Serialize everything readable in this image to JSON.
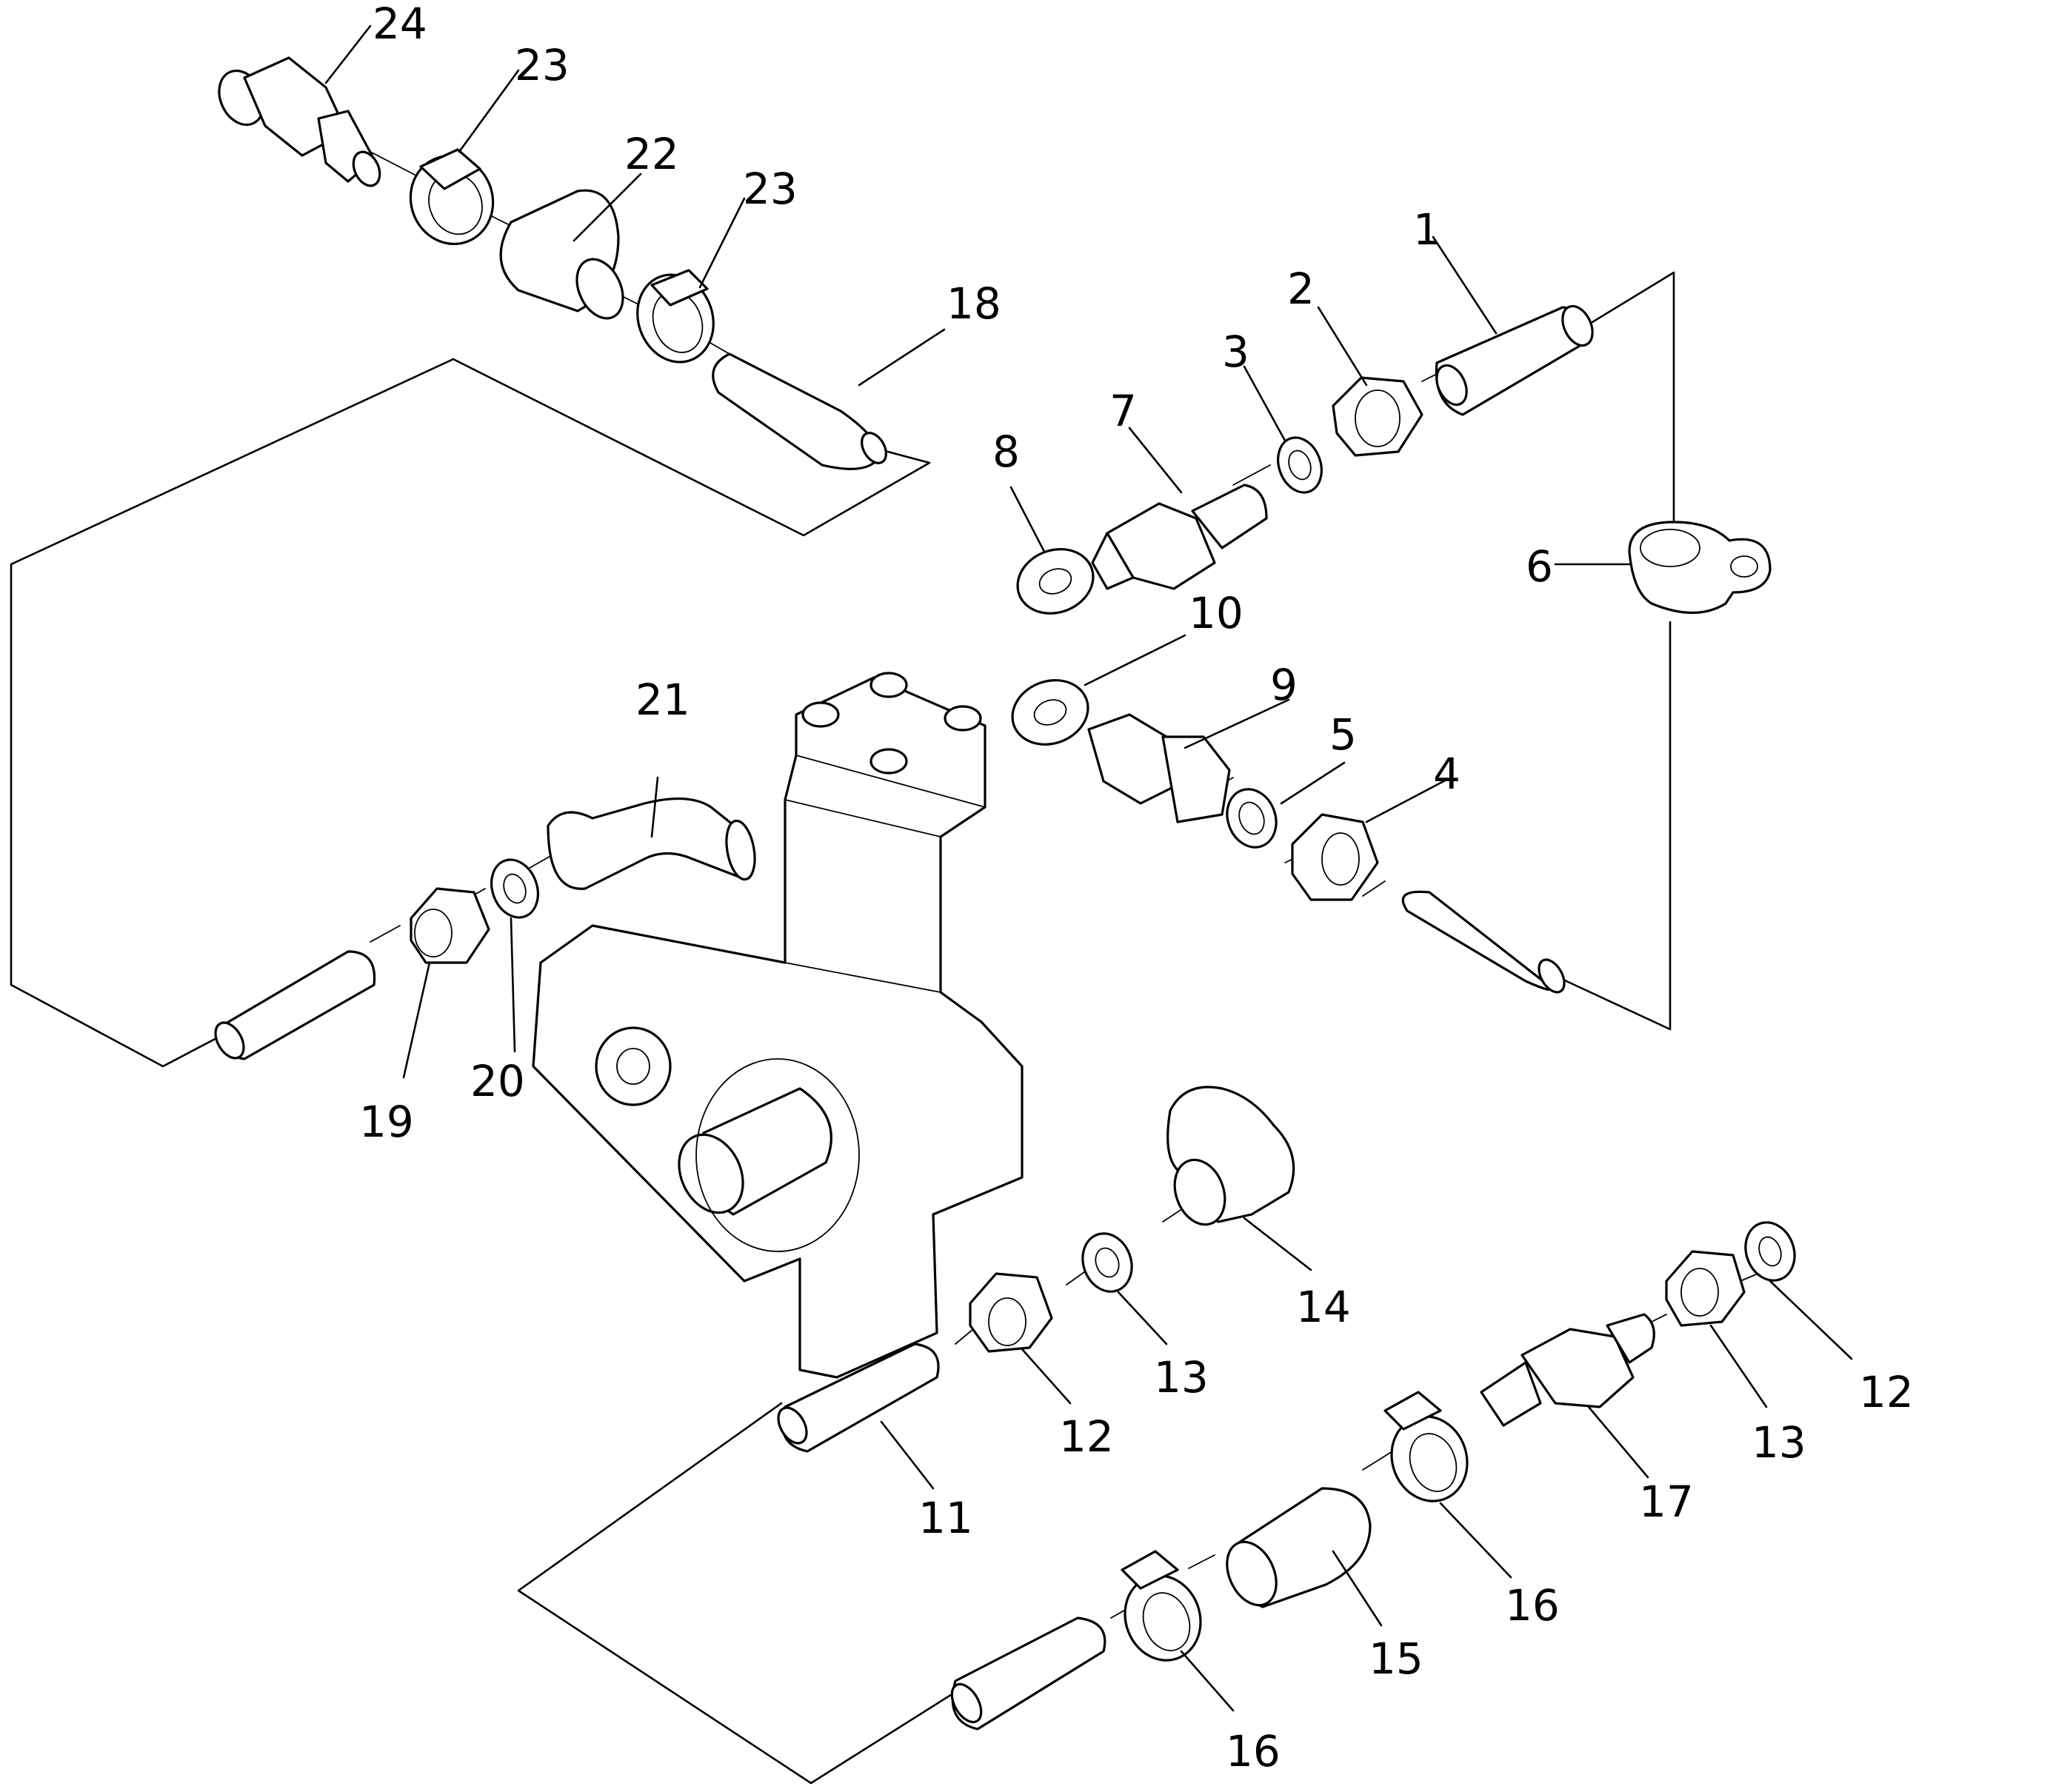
{
  "figure": {
    "callouts": [
      {
        "id": "p1",
        "text": "1"
      },
      {
        "id": "p2",
        "text": "2"
      },
      {
        "id": "p3",
        "text": "3"
      },
      {
        "id": "p4",
        "text": "4"
      },
      {
        "id": "p5",
        "text": "5"
      },
      {
        "id": "p6",
        "text": "6"
      },
      {
        "id": "p7",
        "text": "7"
      },
      {
        "id": "p8",
        "text": "8"
      },
      {
        "id": "p9",
        "text": "9"
      },
      {
        "id": "p10",
        "text": "10"
      },
      {
        "id": "p11",
        "text": "11"
      },
      {
        "id": "p12a",
        "text": "12"
      },
      {
        "id": "p12b",
        "text": "12"
      },
      {
        "id": "p13a",
        "text": "13"
      },
      {
        "id": "p13b",
        "text": "13"
      },
      {
        "id": "p14",
        "text": "14"
      },
      {
        "id": "p15",
        "text": "15"
      },
      {
        "id": "p16a",
        "text": "16"
      },
      {
        "id": "p16b",
        "text": "16"
      },
      {
        "id": "p17",
        "text": "17"
      },
      {
        "id": "p18",
        "text": "18"
      },
      {
        "id": "p19",
        "text": "19"
      },
      {
        "id": "p20",
        "text": "20"
      },
      {
        "id": "p21",
        "text": "21"
      },
      {
        "id": "p22",
        "text": "22"
      },
      {
        "id": "p23a",
        "text": "23"
      },
      {
        "id": "p23b",
        "text": "23"
      },
      {
        "id": "p24",
        "text": "24"
      }
    ]
  }
}
